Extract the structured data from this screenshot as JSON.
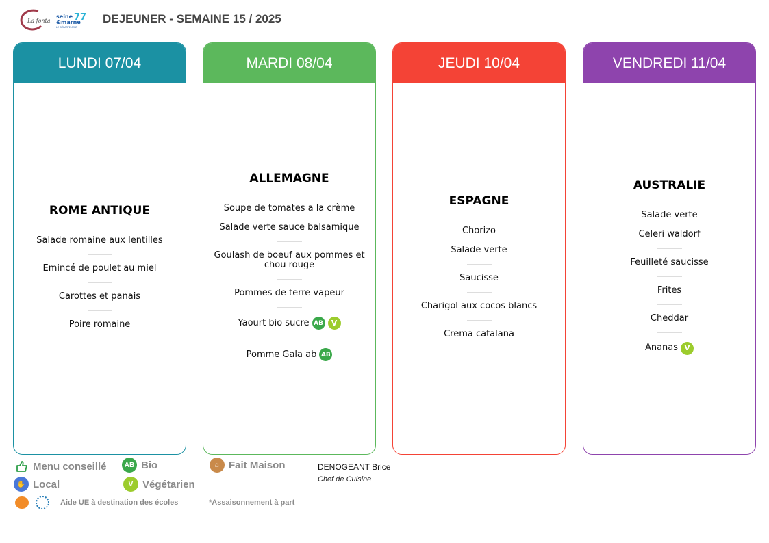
{
  "header": {
    "title": "DEJEUNER - SEMAINE 15 / 2025",
    "logo_left": "La fontaine",
    "logo_right_line1": "seine",
    "logo_right_line2": "&marne",
    "logo_right_num": "77",
    "logo_right_sub": "LE DÉPARTEMENT"
  },
  "days": [
    {
      "label": "LUNDI 07/04",
      "color": "#1b91a3",
      "theme": "ROME ANTIQUE",
      "groups": [
        [
          {
            "name": "Salade romaine aux lentilles",
            "badges": []
          }
        ],
        [
          {
            "name": "Emincé de poulet au miel",
            "badges": []
          }
        ],
        [
          {
            "name": "Carottes et panais",
            "badges": []
          }
        ],
        [
          {
            "name": "Poire romaine",
            "badges": []
          }
        ]
      ]
    },
    {
      "label": "MARDI 08/04",
      "color": "#5cb85c",
      "theme": "ALLEMAGNE",
      "groups": [
        [
          {
            "name": "Soupe de tomates a la crème",
            "badges": []
          },
          {
            "name": "Salade verte sauce balsamique",
            "badges": []
          }
        ],
        [
          {
            "name": "Goulash de boeuf aux pommes et chou rouge",
            "badges": []
          }
        ],
        [
          {
            "name": "Pommes de terre vapeur",
            "badges": []
          }
        ],
        [
          {
            "name": "Yaourt bio sucre",
            "badges": [
              "bio",
              "veg"
            ]
          }
        ],
        [
          {
            "name": "Pomme Gala ab",
            "badges": [
              "bio"
            ]
          }
        ]
      ]
    },
    {
      "label": "JEUDI 10/04",
      "color": "#f44336",
      "theme": "ESPAGNE",
      "groups": [
        [
          {
            "name": "Chorizo",
            "badges": []
          },
          {
            "name": "Salade verte",
            "badges": []
          }
        ],
        [
          {
            "name": "Saucisse",
            "badges": []
          }
        ],
        [
          {
            "name": "Charigol aux cocos blancs",
            "badges": []
          }
        ],
        [
          {
            "name": "Crema catalana",
            "badges": []
          }
        ]
      ]
    },
    {
      "label": "VENDREDI 11/04",
      "color": "#8e44ad",
      "theme": "AUSTRALIE",
      "groups": [
        [
          {
            "name": "Salade verte",
            "badges": []
          },
          {
            "name": "Celeri waldorf",
            "badges": []
          }
        ],
        [
          {
            "name": "Feuilleté saucisse",
            "badges": []
          }
        ],
        [
          {
            "name": "Frites",
            "badges": []
          }
        ],
        [
          {
            "name": "Cheddar",
            "badges": []
          }
        ],
        [
          {
            "name": "Ananas",
            "badges": [
              "veg"
            ]
          }
        ]
      ]
    }
  ],
  "badge_text": {
    "bio": "AB",
    "veg": "V"
  },
  "legend": {
    "menu_conseille": "Menu conseillé",
    "bio": "Bio",
    "fait_maison": "Fait Maison",
    "local": "Local",
    "vegetarien": "Végétarien",
    "aide_ue": "Aide UE à destination des écoles",
    "assaisonnement": "*Assaisonnement à part"
  },
  "chef": {
    "name": "DENOGEANT Brice",
    "role": "Chef de Cuisine"
  }
}
